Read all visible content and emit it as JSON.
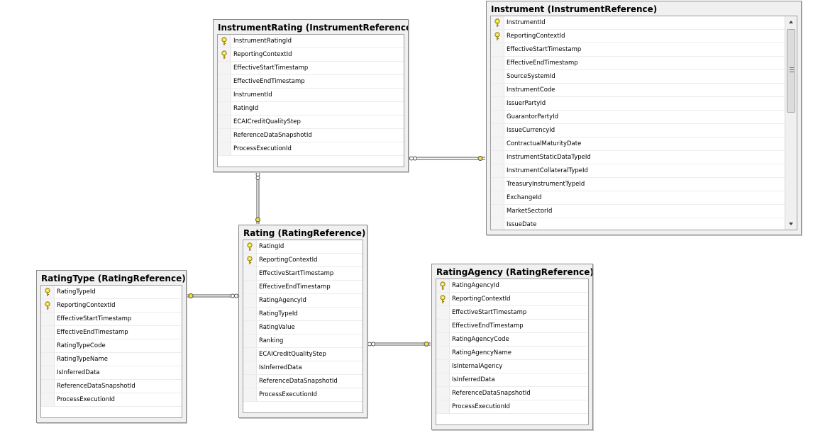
{
  "tables": [
    {
      "id": "instrument-rating",
      "title": "InstrumentRating (InstrumentReference)",
      "columns": [
        {
          "name": "InstrumentRatingId",
          "key": true
        },
        {
          "name": "ReportingContextId",
          "key": true
        },
        {
          "name": "EffectiveStartTimestamp",
          "key": false
        },
        {
          "name": "EffectiveEndTimestamp",
          "key": false
        },
        {
          "name": "InstrumentId",
          "key": false
        },
        {
          "name": "RatingId",
          "key": false
        },
        {
          "name": "ECAICreditQualityStep",
          "key": false
        },
        {
          "name": "ReferenceDataSnapshotId",
          "key": false
        },
        {
          "name": "ProcessExecutionId",
          "key": false
        }
      ]
    },
    {
      "id": "instrument",
      "title": "Instrument (InstrumentReference)",
      "columns": [
        {
          "name": "InstrumentId",
          "key": true
        },
        {
          "name": "ReportingContextId",
          "key": true
        },
        {
          "name": "EffectiveStartTimestamp",
          "key": false
        },
        {
          "name": "EffectiveEndTimestamp",
          "key": false
        },
        {
          "name": "SourceSystemId",
          "key": false
        },
        {
          "name": "InstrumentCode",
          "key": false
        },
        {
          "name": "IssuerPartyId",
          "key": false
        },
        {
          "name": "GuarantorPartyId",
          "key": false
        },
        {
          "name": "IssueCurrencyId",
          "key": false
        },
        {
          "name": "ContractualMaturityDate",
          "key": false
        },
        {
          "name": "InstrumentStaticDataTypeId",
          "key": false
        },
        {
          "name": "InstrumentCollateralTypeId",
          "key": false
        },
        {
          "name": "TreasuryInstrumentTypeId",
          "key": false
        },
        {
          "name": "ExchangeId",
          "key": false
        },
        {
          "name": "MarketSectorId",
          "key": false
        },
        {
          "name": "IssueDate",
          "key": false
        }
      ]
    },
    {
      "id": "rating",
      "title": "Rating (RatingReference)",
      "columns": [
        {
          "name": "RatingId",
          "key": true
        },
        {
          "name": "ReportingContextId",
          "key": true
        },
        {
          "name": "EffectiveStartTimestamp",
          "key": false
        },
        {
          "name": "EffectiveEndTimestamp",
          "key": false
        },
        {
          "name": "RatingAgencyId",
          "key": false
        },
        {
          "name": "RatingTypeId",
          "key": false
        },
        {
          "name": "RatingValue",
          "key": false
        },
        {
          "name": "Ranking",
          "key": false
        },
        {
          "name": "ECAICreditQualityStep",
          "key": false
        },
        {
          "name": "IsInferredData",
          "key": false
        },
        {
          "name": "ReferenceDataSnapshotId",
          "key": false
        },
        {
          "name": "ProcessExecutionId",
          "key": false
        }
      ]
    },
    {
      "id": "rating-type",
      "title": "RatingType (RatingReference)",
      "columns": [
        {
          "name": "RatingTypeId",
          "key": true
        },
        {
          "name": "ReportingContextId",
          "key": true
        },
        {
          "name": "EffectiveStartTimestamp",
          "key": false
        },
        {
          "name": "EffectiveEndTimestamp",
          "key": false
        },
        {
          "name": "RatingTypeCode",
          "key": false
        },
        {
          "name": "RatingTypeName",
          "key": false
        },
        {
          "name": "IsInferredData",
          "key": false
        },
        {
          "name": "ReferenceDataSnapshotId",
          "key": false
        },
        {
          "name": "ProcessExecutionId",
          "key": false
        }
      ]
    },
    {
      "id": "rating-agency",
      "title": "RatingAgency (RatingReference)",
      "columns": [
        {
          "name": "RatingAgencyId",
          "key": true
        },
        {
          "name": "ReportingContextId",
          "key": true
        },
        {
          "name": "EffectiveStartTimestamp",
          "key": false
        },
        {
          "name": "EffectiveEndTimestamp",
          "key": false
        },
        {
          "name": "RatingAgencyCode",
          "key": false
        },
        {
          "name": "RatingAgencyName",
          "key": false
        },
        {
          "name": "IsInternalAgency",
          "key": false
        },
        {
          "name": "IsInferredData",
          "key": false
        },
        {
          "name": "ReferenceDataSnapshotId",
          "key": false
        },
        {
          "name": "ProcessExecutionId",
          "key": false
        }
      ]
    }
  ],
  "relationships": [
    {
      "from": "instrument-rating",
      "to": "instrument",
      "many_end": "instrument-rating",
      "one_end": "instrument"
    },
    {
      "from": "instrument-rating",
      "to": "rating",
      "many_end": "instrument-rating",
      "one_end": "rating"
    },
    {
      "from": "rating",
      "to": "rating-type",
      "many_end": "rating",
      "one_end": "rating-type"
    },
    {
      "from": "rating",
      "to": "rating-agency",
      "many_end": "rating",
      "one_end": "rating-agency"
    }
  ],
  "colors": {
    "key_icon": "#f2df3a",
    "connector": "#505050",
    "window_frame": "#8a8a8a"
  },
  "icons": {
    "primary_key": "key-icon",
    "scroll_up": "scroll-up-arrow-icon",
    "scroll_down": "scroll-down-arrow-icon"
  }
}
